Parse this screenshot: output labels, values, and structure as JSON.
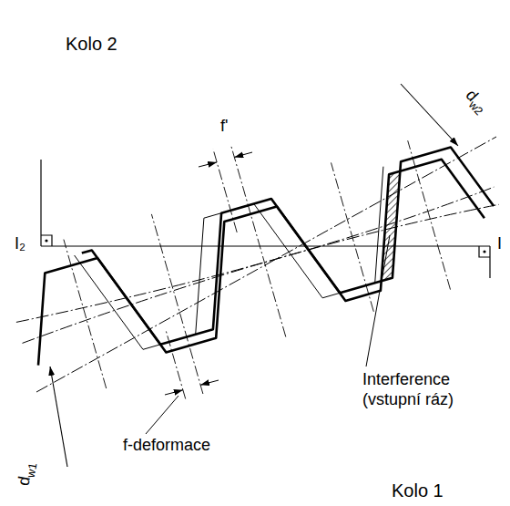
{
  "diagram": {
    "labels": [
      "Kolo 2",
      "f'",
      "dw2",
      "I₂",
      "I",
      "Interference (vstupní ráz)",
      "f-deformace",
      "dw1",
      "Kolo 1"
    ]
  }
}
